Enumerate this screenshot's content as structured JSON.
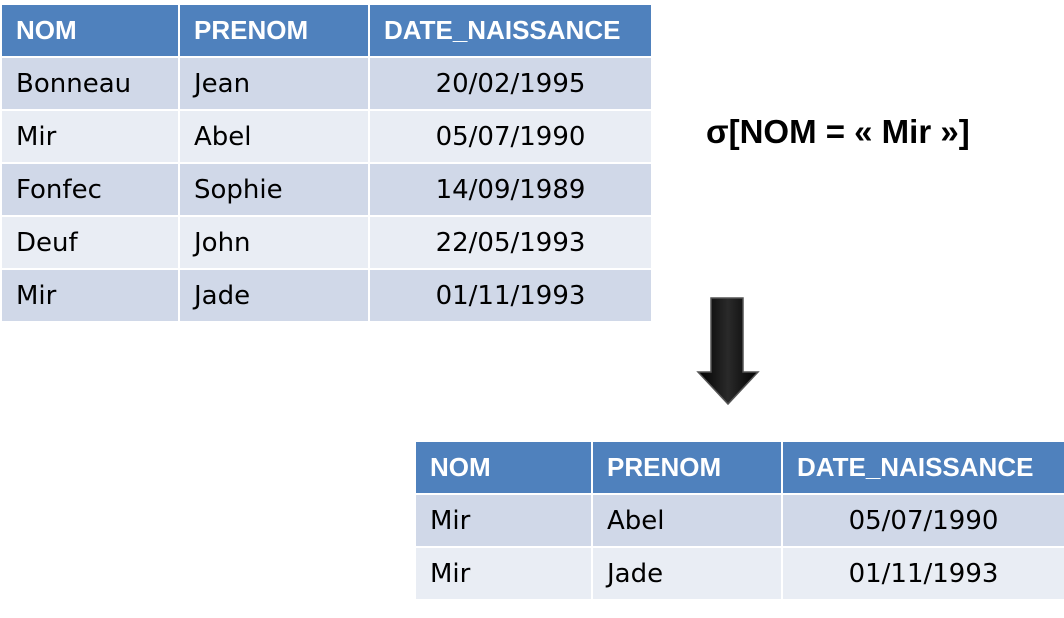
{
  "columns": [
    "NOM",
    "PRENOM",
    "DATE_NAISSANCE"
  ],
  "source_table": {
    "rows": [
      [
        "Bonneau",
        "Jean",
        "20/02/1995"
      ],
      [
        "Mir",
        "Abel",
        "05/07/1990"
      ],
      [
        "Fonfec",
        "Sophie",
        "14/09/1989"
      ],
      [
        "Deuf",
        "John",
        "22/05/1993"
      ],
      [
        "Mir",
        "Jade",
        "01/11/1993"
      ]
    ]
  },
  "selection": {
    "expression": "σ[NOM = « Mir »]"
  },
  "result_table": {
    "rows": [
      [
        "Mir",
        "Abel",
        "05/07/1990"
      ],
      [
        "Mir",
        "Jade",
        "01/11/1993"
      ]
    ]
  },
  "colors": {
    "header": "#4f81bd",
    "row_odd": "#d0d8e8",
    "row_even": "#e9edf4",
    "arrow": "#000000"
  },
  "icons": {
    "arrow": "down-arrow-icon"
  }
}
